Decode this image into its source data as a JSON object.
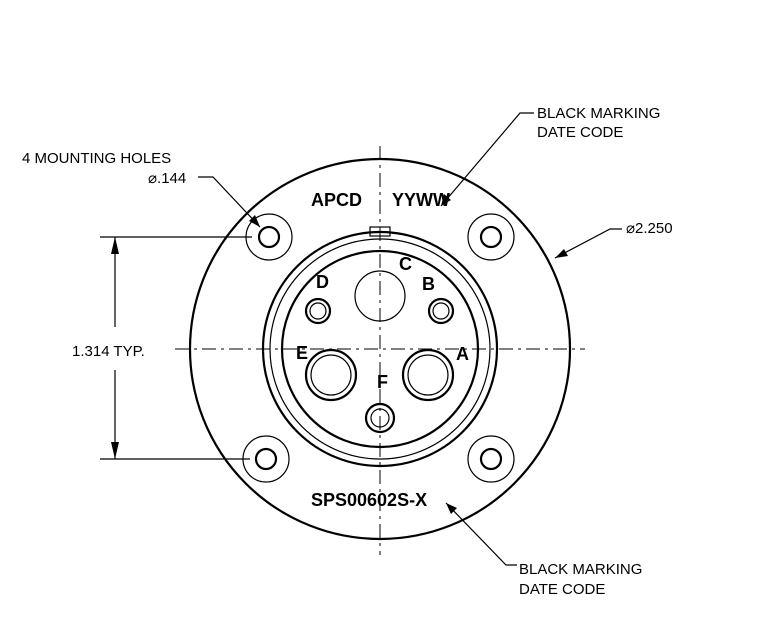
{
  "notes": {
    "top_marking_line1": "BLACK MARKING",
    "top_marking_line2": "DATE CODE",
    "bottom_marking_line1": "BLACK MARKING",
    "bottom_marking_line2": "DATE CODE",
    "mounting_holes_label": "4 MOUNTING HOLES",
    "mounting_hole_diameter": "⌀.144",
    "flange_diameter": "⌀2.250",
    "hole_spacing": "1.314 TYP."
  },
  "markings": {
    "manufacturer": "APCD",
    "date_code": "YYWW",
    "part_number": "SPS00602S-X"
  },
  "pins": [
    {
      "label": "A"
    },
    {
      "label": "B"
    },
    {
      "label": "C"
    },
    {
      "label": "D"
    },
    {
      "label": "E"
    },
    {
      "label": "F"
    }
  ]
}
